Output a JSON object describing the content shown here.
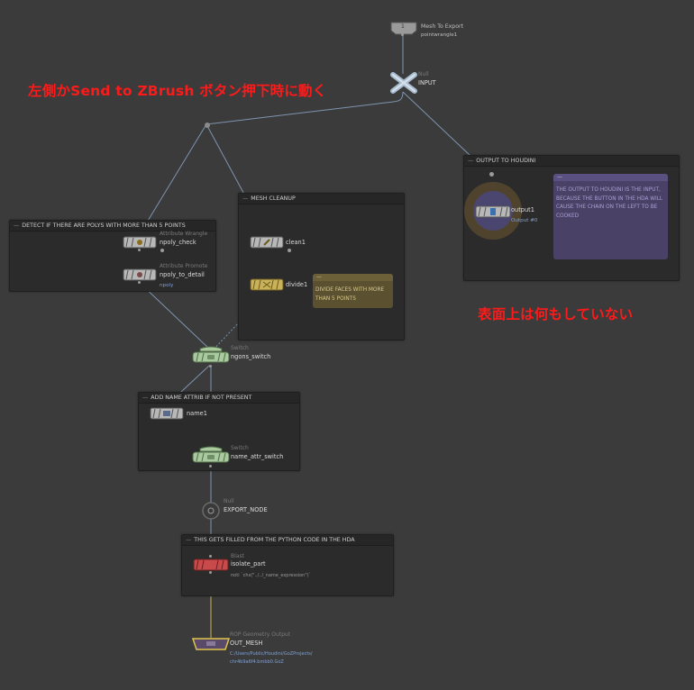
{
  "annotations": {
    "left_note": "左側かSend to ZBrush ボタン押下時に動く",
    "right_note": "表面上は何もしていない"
  },
  "boxes": {
    "detect": "DETECT IF THERE ARE POLYS WITH MORE THAN 5 POINTS",
    "cleanup": "MESH CLEANUP",
    "output": "OUTPUT TO HOUDINI",
    "name_attr": "ADD NAME ATTRIB IF NOT PRESENT",
    "python": "THIS GETS FILLED FROM THE PYTHON CODE IN THE HDA"
  },
  "nodes": {
    "subnet_input": {
      "num": "1",
      "label": "Mesh To Export",
      "sub": "pointwrangle1"
    },
    "input": {
      "type": "Null",
      "label": "INPUT"
    },
    "npoly_check": {
      "type": "Attribute Wrangle",
      "label": "npoly_check"
    },
    "npoly_to_detail": {
      "type": "Attribute Promote",
      "label": "npoly_to_detail",
      "sub": "npoly"
    },
    "clean1": {
      "label": "clean1"
    },
    "divide1": {
      "label": "divide1"
    },
    "ngons_switch": {
      "type": "Switch",
      "label": "ngons_switch"
    },
    "name1": {
      "label": "name1"
    },
    "name_attr_switch": {
      "type": "Switch",
      "label": "name_attr_switch"
    },
    "export_node": {
      "type": "Null",
      "label": "EXPORT_NODE"
    },
    "isolate_part": {
      "type": "Blast",
      "label": "isolate_part",
      "sub": "noti `chs(\"../../_name_expression\")`"
    },
    "out_mesh": {
      "type": "ROP Geometry Output",
      "label": "OUT_MESH",
      "path1": "C:/Users/Public/Houdini/GoZProjects/",
      "path2": "chr4b9a6f4.bmbb0.GoZ"
    },
    "output1": {
      "label": "output1",
      "sub": "Output #0"
    }
  },
  "stickies": {
    "divide": "DIVIDE FACES WITH MORE THAN 5 POINTS",
    "output": "THE OUTPUT TO HOUDINI IS THE INPUT, BECAUSE THE BUTTON IN THE HDA WILL CAUSE THE CHAIN ON THE LEFT TO BE COOKED"
  },
  "colors": {
    "background": "#3b3b3b",
    "wire": "#8aa4c4",
    "annotation": "#ff1a1a",
    "switch": "#a9c99f",
    "blast": "#c94a4a",
    "divide": "#c9b25a",
    "rop": "#c9b25a",
    "sticky_yellow": "#5b5131",
    "sticky_purple": "#4a4266"
  }
}
